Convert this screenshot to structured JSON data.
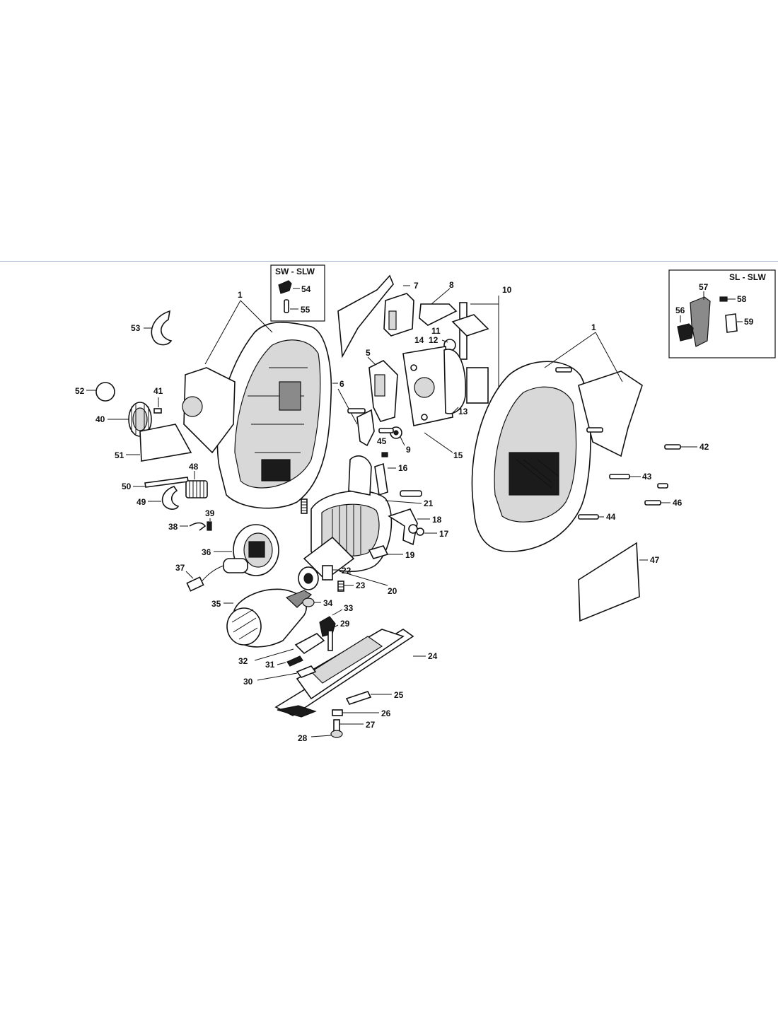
{
  "insets": {
    "sw_slw": "SW - SLW",
    "sl_slw": "SL - SLW"
  },
  "labels": {
    "l1a": "1",
    "l1b": "1",
    "l5": "5",
    "l6": "6",
    "l7": "7",
    "l8": "8",
    "l9": "9",
    "l10": "10",
    "l11": "11",
    "l12": "12",
    "l13": "13",
    "l14": "14",
    "l15": "15",
    "l16": "16",
    "l17": "17",
    "l18": "18",
    "l19": "19",
    "l20": "20",
    "l21": "21",
    "l22": "22",
    "l23": "23",
    "l24": "24",
    "l25": "25",
    "l26": "26",
    "l27": "27",
    "l28": "28",
    "l29": "29",
    "l30": "30",
    "l31": "31",
    "l32": "32",
    "l33": "33",
    "l34": "34",
    "l35": "35",
    "l36": "36",
    "l37": "37",
    "l38": "38",
    "l39": "39",
    "l40": "40",
    "l41": "41",
    "l42": "42",
    "l43": "43",
    "l44": "44",
    "l45": "45",
    "l46": "46",
    "l47": "47",
    "l48": "48",
    "l49": "49",
    "l50": "50",
    "l51": "51",
    "l52": "52",
    "l53": "53",
    "l54": "54",
    "l55": "55",
    "l56": "56",
    "l57": "57",
    "l58": "58",
    "l59": "59"
  },
  "colors": {
    "rule": "#a9b9cf",
    "ink": "#111111"
  }
}
